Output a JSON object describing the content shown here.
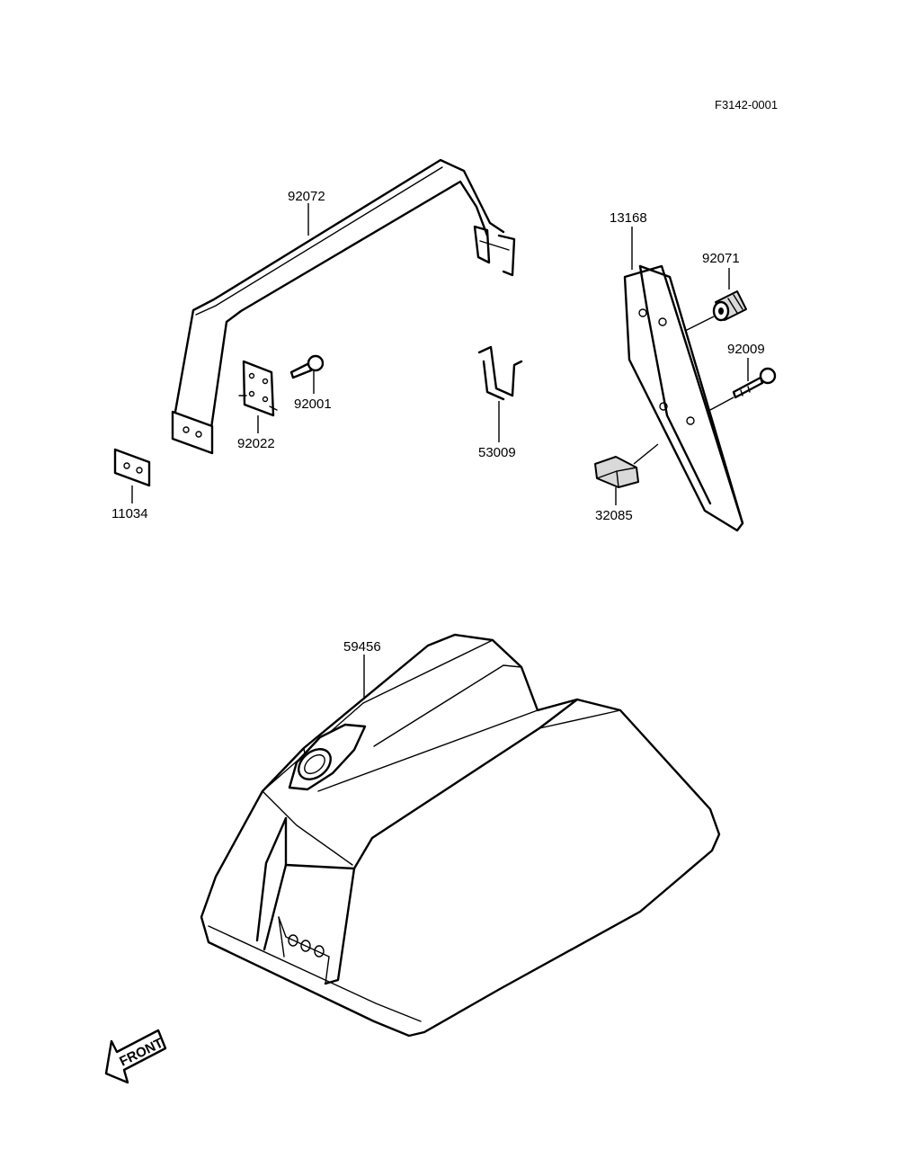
{
  "diagram": {
    "reference_code": "F3142-0001",
    "front_indicator": "FRONT",
    "parts": [
      {
        "id": "92072",
        "label": "92072"
      },
      {
        "id": "13168",
        "label": "13168"
      },
      {
        "id": "92071",
        "label": "92071"
      },
      {
        "id": "92009",
        "label": "92009"
      },
      {
        "id": "92001",
        "label": "92001"
      },
      {
        "id": "92022",
        "label": "92022"
      },
      {
        "id": "53009",
        "label": "53009"
      },
      {
        "id": "11034",
        "label": "11034"
      },
      {
        "id": "32085",
        "label": "32085"
      },
      {
        "id": "59456",
        "label": "59456"
      }
    ]
  }
}
